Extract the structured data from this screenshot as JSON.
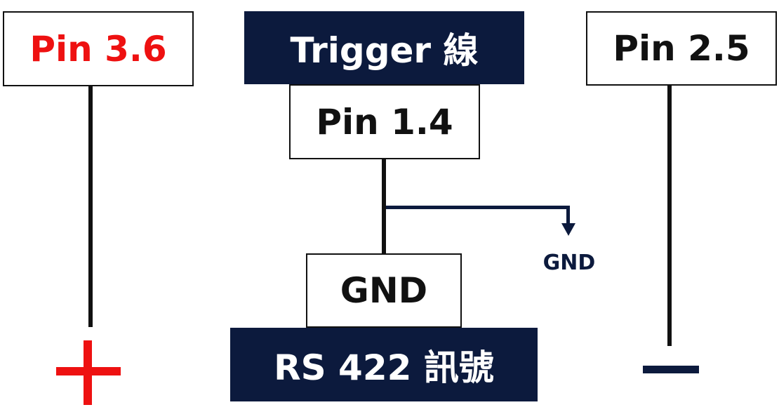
{
  "pins": {
    "left": "Pin 3.6",
    "right": "Pin 2.5",
    "middle": "Pin 1.4"
  },
  "trigger_label": "Trigger 線",
  "gnd_box_label": "GND",
  "gnd_branch_label": "GND",
  "rs422_label": "RS 422 訊號",
  "symbols": {
    "plus": "plus-sign",
    "minus": "minus-sign"
  },
  "colors": {
    "positive": "#ee1111",
    "navy": "#0c1a3d",
    "line": "#111111"
  }
}
